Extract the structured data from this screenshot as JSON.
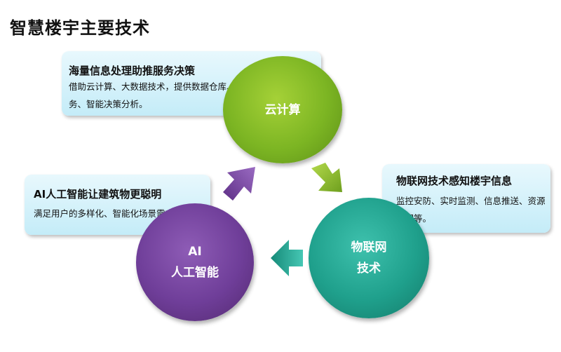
{
  "page_title": "智慧楼宇主要技术",
  "cloud": {
    "box_title": "海量信息处理助推服务决策",
    "box_desc": "借助云计算、大数据技术，提供数据仓库、云服务、智能决策分析。",
    "circle_label": "云计算"
  },
  "ai": {
    "box_title": "AI人工智能让建筑物更聪明",
    "box_desc": "满足用户的多样化、智能化场景需求。",
    "circle_line1": "AI",
    "circle_line2": "人工智能"
  },
  "iot": {
    "box_title": "物联网技术感知楼宇信息",
    "box_desc": "监控安防、实时监测、信息推送、资源管理等。",
    "circle_line1": "物联网",
    "circle_line2": "技术"
  },
  "colors": {
    "cloud_green": "#7cb523",
    "iot_teal": "#1fa08c",
    "ai_purple": "#6f3e99"
  }
}
